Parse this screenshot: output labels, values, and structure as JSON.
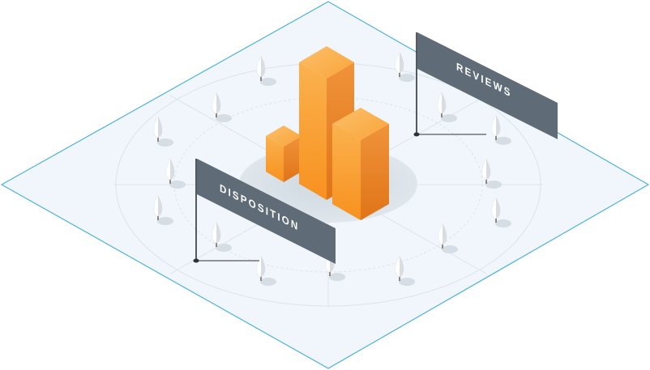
{
  "illustration": {
    "flags": [
      {
        "id": "reviews",
        "label": "REVIEWS"
      },
      {
        "id": "disposition",
        "label": "DISPOSITION"
      }
    ],
    "colors": {
      "platform_fill": "#f0f6fb",
      "platform_stroke": "#4fb3d9",
      "guide_line": "#dbe4ec",
      "bar_light": "#fbb24e",
      "bar_mid": "#f89a2a",
      "bar_dark": "#e57f1a",
      "flag_fill": "#5f6b76",
      "flag_pole": "#2c3239",
      "tree_light": "#ffffff",
      "tree_shade": "#d9dde1",
      "shadow": "#d5dde5"
    },
    "icons": [
      "tree-icon",
      "flag-icon",
      "bar-chart-icon"
    ]
  }
}
